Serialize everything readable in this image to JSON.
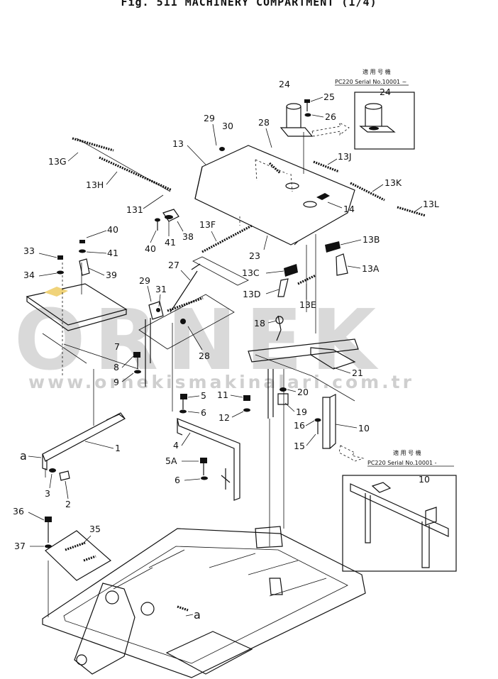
{
  "title": "Fig.  511   MACHINERY COMPARTMENT (1/4)",
  "watermark": {
    "brand": "ORNEK",
    "url": "www.ornekismakinalari.com.tr",
    "color": "#d9d9d9"
  },
  "inset_top": {
    "header": "適 用 号 機",
    "serial": "PC220  Serial No.10001 ~",
    "part": "24"
  },
  "inset_bottom": {
    "header": "適 用 号 機",
    "serial": "PC220  Serial No.10001 -",
    "part": "10"
  },
  "callouts": {
    "c24": "24",
    "c25": "25",
    "c26": "26",
    "c28a": "28",
    "c29a": "29",
    "c30": "30",
    "c13": "13",
    "c13g": "13G",
    "c13h": "13H",
    "c131": "131",
    "c13j": "13J",
    "c13k": "13K",
    "c13l": "13L",
    "c14": "14",
    "c13f": "13F",
    "c13b": "13B",
    "c13a": "13A",
    "c13c": "13C",
    "c13d": "13D",
    "c13e": "13E",
    "c23": "23",
    "c40a": "40",
    "c41a": "41",
    "c38": "38",
    "c40b": "40",
    "c41b": "41",
    "c39": "39",
    "c33": "33",
    "c34": "34",
    "c29b": "29",
    "c31": "31",
    "c27": "27",
    "c18": "18",
    "c28b": "28",
    "c7": "7",
    "c8": "8",
    "c9": "9",
    "c21": "21",
    "c20": "20",
    "c19": "19",
    "c5": "5",
    "c6a": "6",
    "c11": "11",
    "c12": "12",
    "c16": "16",
    "c10": "10",
    "c15": "15",
    "c4": "4",
    "c5a": "5A",
    "c6b": "6",
    "c1": "1",
    "ca1": "a",
    "c3": "3",
    "c2": "2",
    "c36": "36",
    "c37": "37",
    "c35": "35",
    "ca2": "a"
  }
}
